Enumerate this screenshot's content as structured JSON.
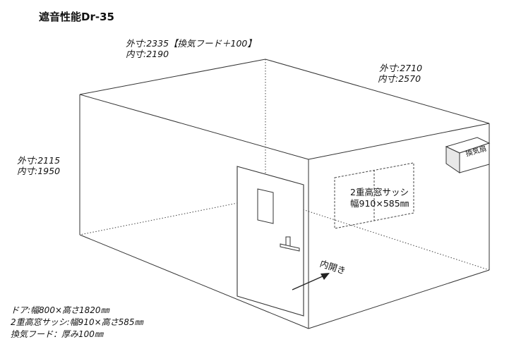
{
  "title": "遮音性能Dr-35",
  "dimensions": {
    "width_outer": "外寸:2335【換気フード＋100】",
    "width_inner": "内寸:2190",
    "depth_outer": "外寸:2710",
    "depth_inner": "内寸:2570",
    "height_outer": "外寸:2115",
    "height_inner": "内寸:1950"
  },
  "window": {
    "line1": "2重高窓サッシ",
    "line2": "幅910×585㎜"
  },
  "fan": {
    "label": "換気扇"
  },
  "door": {
    "open_label": "内開き"
  },
  "notes": [
    "ドア:幅800×高さ1820㎜",
    "2重高窓サッシ:幅910×高さ585㎜",
    "換気フード：厚み100㎜"
  ]
}
